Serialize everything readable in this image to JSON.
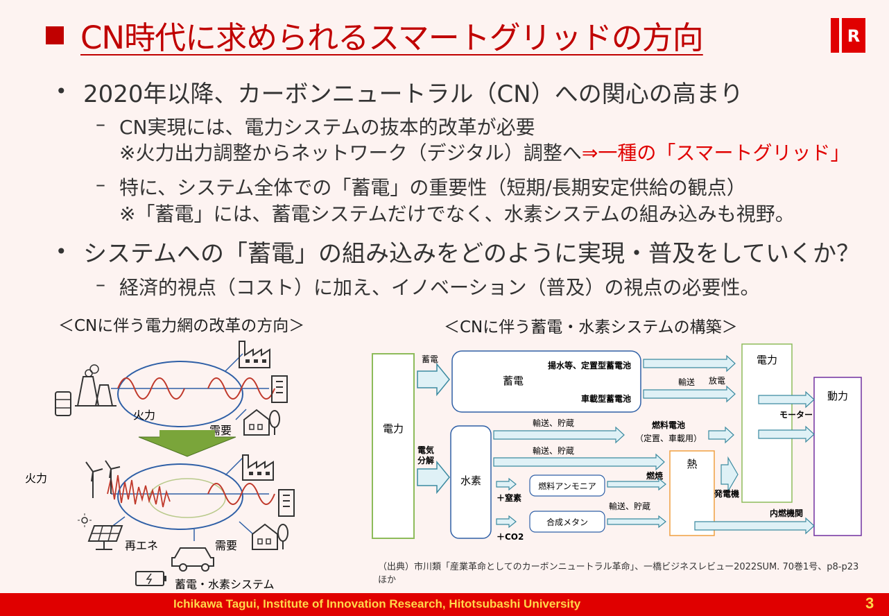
{
  "title": "CN時代に求められるスマートグリッドの方向",
  "bullets": [
    {
      "text": "2020年以降、カーボンニュートラル（CN）への関心の高まり"
    },
    {
      "text": "システムへの「蓄電」の組み込みをどのように実現・普及をしていくか？"
    }
  ],
  "subitems": {
    "s1_line1": "CN実現には、電力システムの抜本的改革が必要",
    "s1_line2_pre": "※火力出力調整からネットワーク（デジタル）調整へ",
    "s1_line2_red": "⇒一種の「スマートグリッド」",
    "s2_line1": "特に、システム全体での「蓄電」の重要性（短期/長期安定供給の観点）",
    "s2_line2": "※「蓄電」には、蓄電システムだけでなく、水素システムの組み込みも視野。",
    "s3_line1": "経済的視点（コスト）に加え、イノベーション（普及）の視点の必要性。"
  },
  "dash": "–",
  "bullet_char": "•",
  "left_diagram": {
    "caption": "＜CNに伴う電力網の改革の方向＞",
    "label_thermal_top": "火力",
    "label_demand_top": "需要",
    "label_thermal_left": "火力",
    "label_renewable": "再エネ",
    "label_demand_bottom": "需要",
    "label_storage": "蓄電・水素システム"
  },
  "right_diagram": {
    "caption": "＜CNに伴う蓄電・水素システムの構築＞",
    "power_left": "電力",
    "arrow_storage": "蓄電",
    "storage": "蓄電",
    "pumped": "揚水等、定置型蓄電池",
    "vehicle_battery": "車載型蓄電池",
    "transport": "輸送",
    "discharge": "放電",
    "power_right": "電力",
    "motive": "動力",
    "motor": "モーター",
    "electrolysis_1": "電気",
    "electrolysis_2": "分解",
    "hydrogen": "水素",
    "transport_storage_1": "輸送、貯蔵",
    "fuel_cell": "燃料電池",
    "fuel_cell_sub": "（定置、車載用）",
    "transport_storage_2": "輸送、貯蔵",
    "heat": "熱",
    "combustion": "燃焼",
    "generator": "発電機",
    "plus_nitrogen": "＋窒素",
    "ammonia": "燃料アンモニア",
    "transport_storage_3": "輸送、貯蔵",
    "methane": "合成メタン",
    "plus_co2": "＋CO2",
    "ice": "内燃機関"
  },
  "citation": "（出典）市川類「産業革命としてのカーボンニュートラル革命」、一橋ビジネスレビュー2022SUM. 70巻1号、p8-p23　ほか",
  "footer": "Ichikawa Tagui, Institute of Innovation Research, Hitotsubashi University",
  "page_number": "3",
  "colors": {
    "accent_red": "#c00000",
    "bright_red": "#e00000",
    "footer_text": "#ffd84a",
    "box_blue": "#2e5fa6",
    "box_green": "#8dbb5a",
    "box_orange": "#f0a040",
    "box_purple": "#7030a0",
    "arrow_fill": "#dff1f6",
    "arrow_stroke": "#3a8aa0",
    "down_arrow": "#7aa53a"
  },
  "icons": [
    "factory-icon",
    "building-icon",
    "house-icon",
    "tree-icon",
    "power-plant-icon",
    "oil-barrel-icon",
    "wind-turbine-icon",
    "solar-panel-icon",
    "sun-icon",
    "car-icon",
    "battery-icon"
  ]
}
